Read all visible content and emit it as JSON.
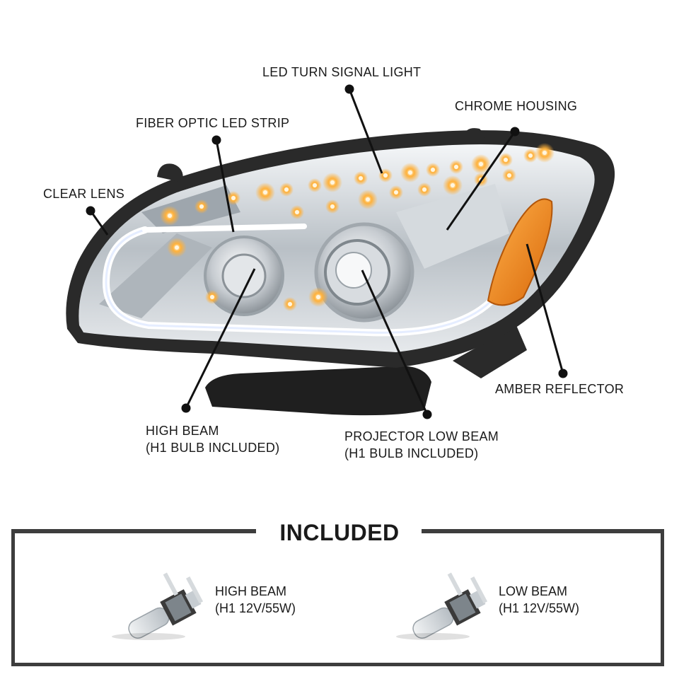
{
  "callouts": {
    "led_turn_signal": "LED TURN SIGNAL LIGHT",
    "chrome_housing": "CHROME HOUSING",
    "fiber_optic": "FIBER OPTIC LED STRIP",
    "clear_lens": "CLEAR LENS",
    "amber_reflector": "AMBER REFLECTOR",
    "high_beam_line1": "HIGH BEAM",
    "high_beam_line2": "(H1 BULB INCLUDED)",
    "projector_line1": "PROJECTOR LOW BEAM",
    "projector_line2": "(H1 BULB INCLUDED)"
  },
  "included": {
    "title": "INCLUDED",
    "items": [
      {
        "line1": "HIGH BEAM",
        "line2": "(H1 12V/55W)"
      },
      {
        "line1": "LOW BEAM",
        "line2": "(H1 12V/55W)"
      }
    ]
  },
  "colors": {
    "housing": "#2a2a2a",
    "chrome": "#c9ced3",
    "amber": "#f08a1c",
    "led": "#ffb13b",
    "frame": "#3d3d3d",
    "text": "#1a1a1a"
  }
}
